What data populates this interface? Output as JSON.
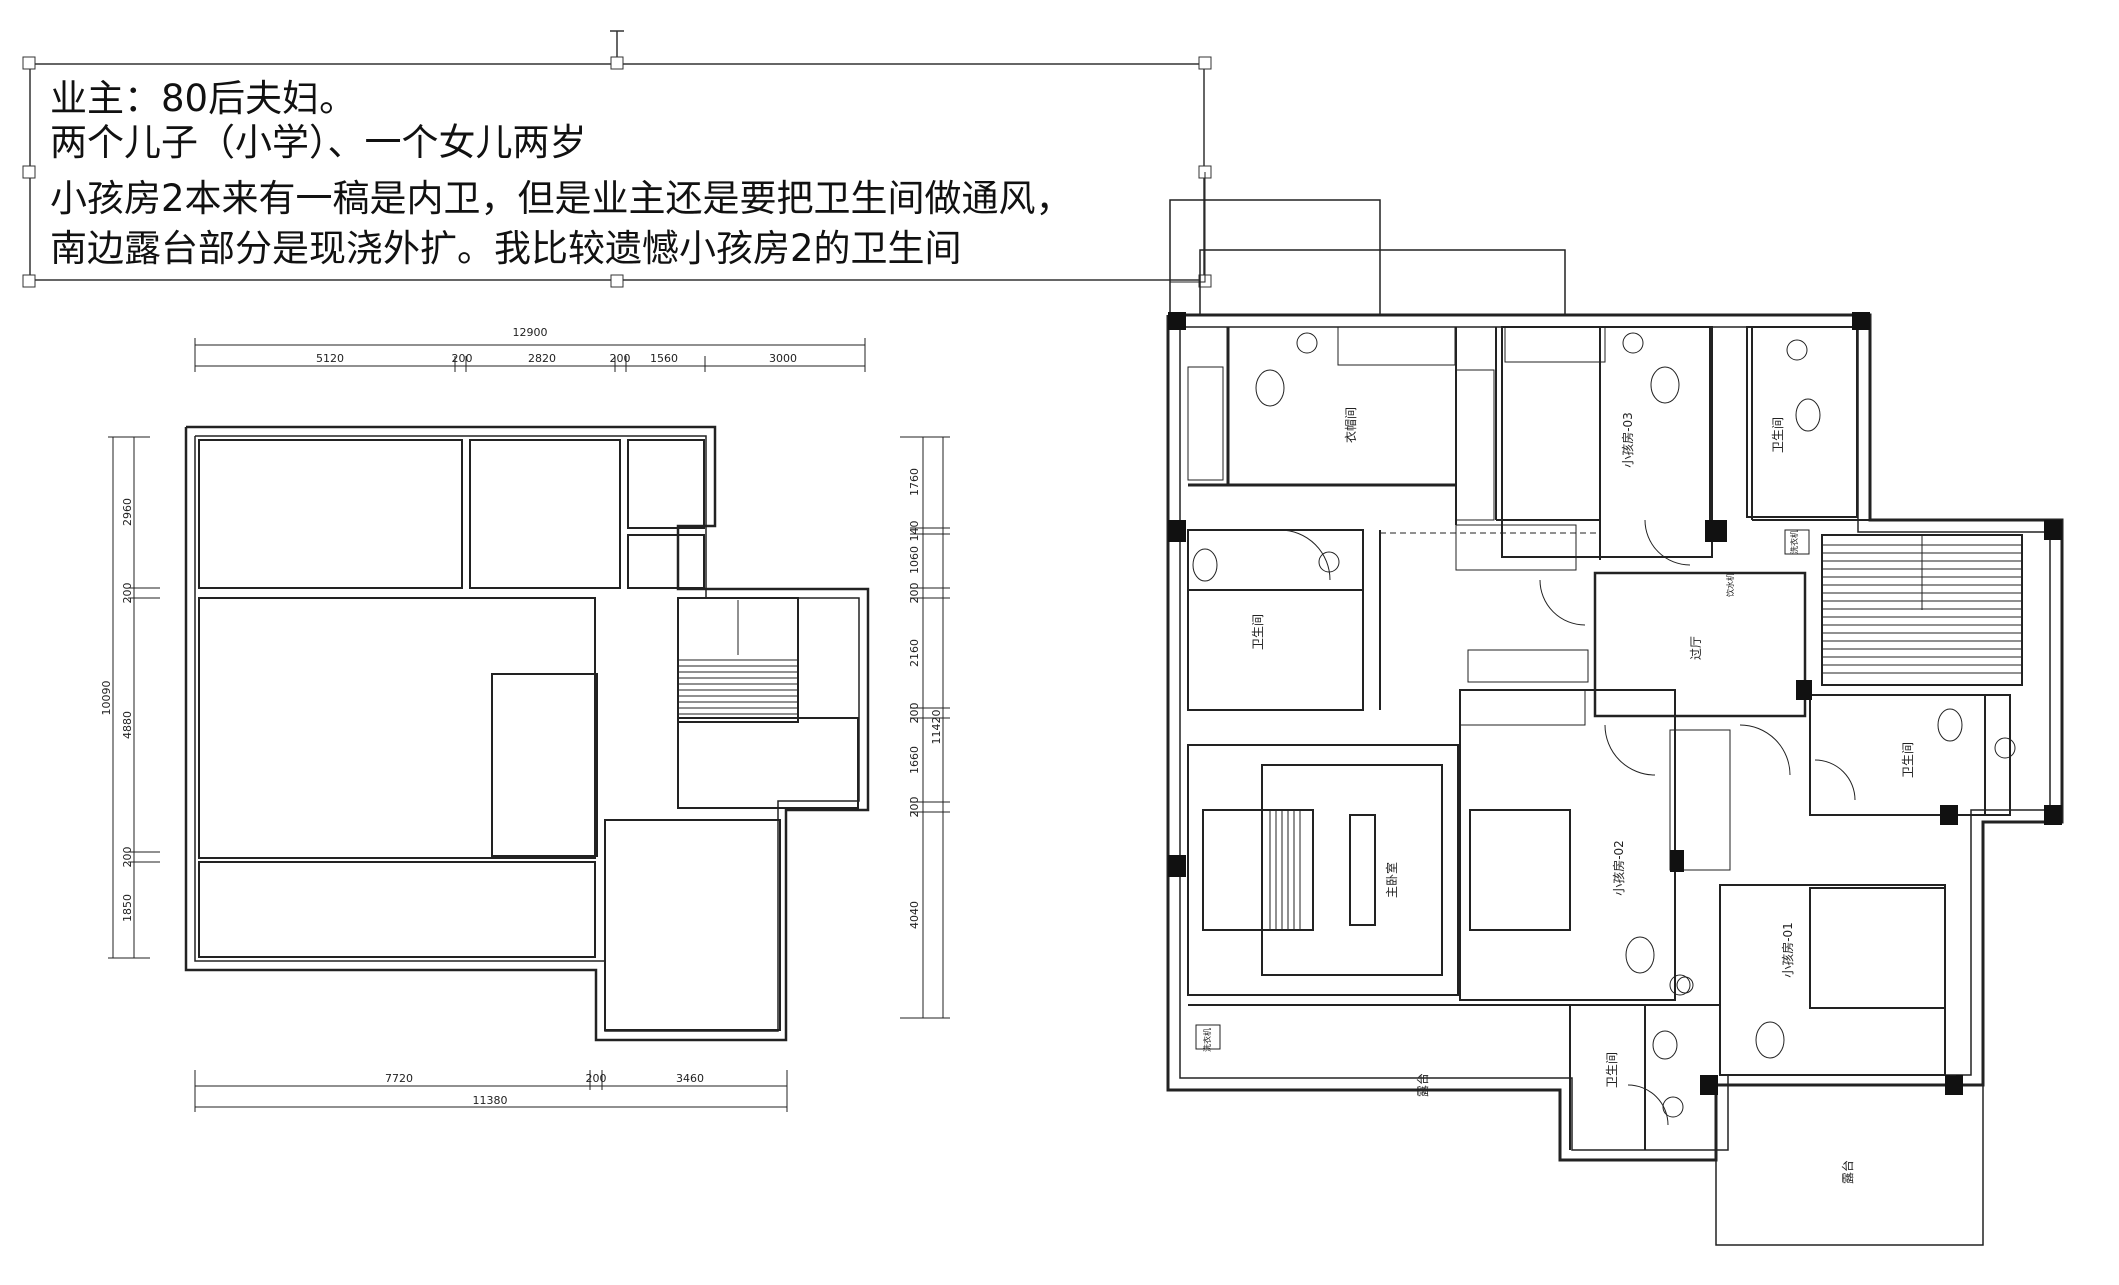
{
  "note": {
    "lines": [
      "业主：80后夫妇。",
      "两个儿子（小学）、一个女儿两岁",
      "小孩房2本来有一稿是内卫，但是业主还是要把卫生间做通风，",
      "南边露台部分是现浇外扩。我比较遗憾小孩房2的卫生间"
    ]
  },
  "original_plan": {
    "dims_top_total": "12900",
    "dims_top": [
      "5120",
      "200",
      "2820",
      "200",
      "1560",
      "3000"
    ],
    "dims_left_total": "10090",
    "dims_left": [
      "2960",
      "200",
      "4880",
      "200",
      "1850"
    ],
    "dims_right_total": "11420",
    "dims_right": [
      "1760",
      "140",
      "1060",
      "200",
      "2160",
      "200",
      "1660",
      "200",
      "4040"
    ],
    "dims_bottom": [
      "7720",
      "200",
      "3460"
    ],
    "dims_bottom_total": "11380"
  },
  "new_plan": {
    "rooms": {
      "cloakroom": "衣帽间",
      "kids3": "小孩房-03",
      "bath_ne": "卫生间",
      "bath_w": "卫生间",
      "hall": "过厅",
      "bath_e": "卫生间",
      "master": "主卧室",
      "kids2": "小孩房-02",
      "kids1": "小孩房-01",
      "terrace_w": "露台",
      "bath_s": "卫生间",
      "terrace_s": "露台"
    },
    "labels": {
      "washer_w": "洗衣机",
      "washer_e": "洗衣机",
      "water_meter": "饮水机"
    }
  }
}
